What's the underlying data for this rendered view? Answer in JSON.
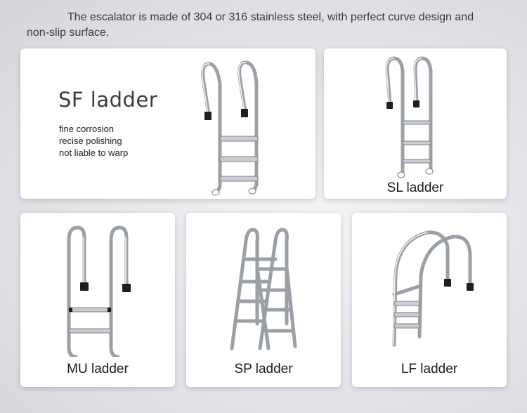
{
  "intro": {
    "line1": "The escalator is made of 304 or 316 stainless steel, with perfect curve design and",
    "line2": "non-slip surface."
  },
  "sf": {
    "title": "SF ladder",
    "features": [
      "fine corrosion",
      "recise polishing",
      "not liable to warp"
    ]
  },
  "cards": {
    "sl": "SL ladder",
    "mu": "MU ladder",
    "sp": "SP ladder",
    "lf": "LF ladder"
  }
}
